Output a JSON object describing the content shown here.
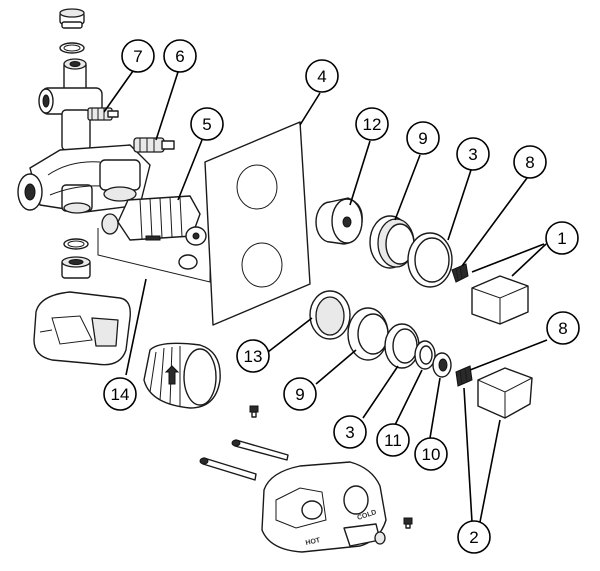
{
  "callouts": {
    "c1": "1",
    "c2": "2",
    "c3a": "3",
    "c3b": "3",
    "c4": "4",
    "c5": "5",
    "c6": "6",
    "c7": "7",
    "c8a": "8",
    "c8b": "8",
    "c9a": "9",
    "c9b": "9",
    "c10": "10",
    "c11": "11",
    "c12": "12",
    "c13": "13",
    "c14": "14"
  },
  "part_labels": {
    "hot": "HOT",
    "cold": "COLD"
  }
}
